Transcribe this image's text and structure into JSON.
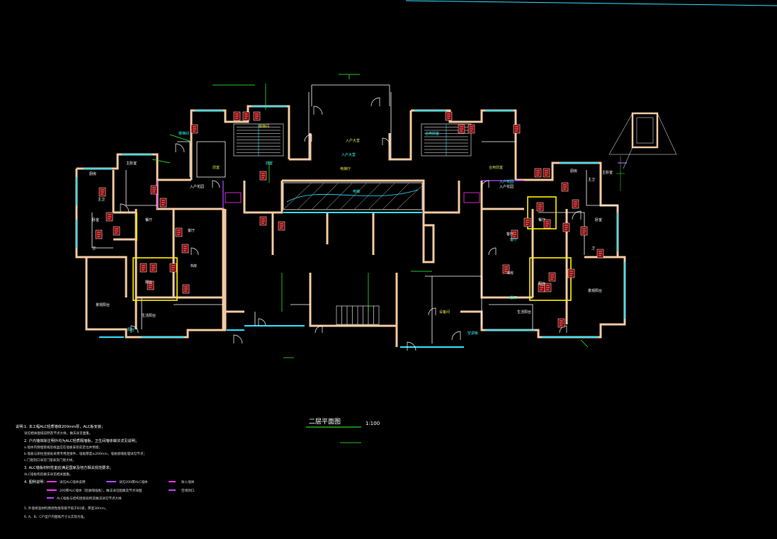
{
  "drawing": {
    "title": "二层平面图",
    "scale": "1:100"
  },
  "colors": {
    "background": "#000000",
    "wall": "#f2c9a0",
    "glazing": "#33e0ff",
    "door": "#ffffff",
    "dimension": "#33ff33",
    "annotation": "#e8e84a",
    "tag": "#cc0000",
    "insulation": "#ffee00",
    "magenta": "#ff33ff",
    "purple": "#b04dff"
  },
  "rooms": {
    "left_unit": [
      "厨房",
      "主卧室",
      "卧室",
      "客厅",
      "餐厅",
      "书房",
      "阳台",
      "卫",
      "入户花园",
      "主卫",
      "生活阳台",
      "景观阳台"
    ],
    "right_unit": [
      "厨房",
      "主卧室",
      "卧室",
      "客厅",
      "餐厅",
      "书房",
      "阳台",
      "卫",
      "入户花园",
      "主卫",
      "生活阳台",
      "景观阳台"
    ],
    "core": [
      "入户大堂",
      "前室",
      "电梯厅",
      "楼梯间",
      "合用前室",
      "设备间"
    ]
  },
  "annotations": [
    "入户大堂",
    "楼梯间",
    "合用前室",
    "前室",
    "电梯",
    "阳台",
    "空调板",
    "入户花园",
    "客厅",
    "餐厅"
  ],
  "notes": {
    "heading": "说明：",
    "lines": [
      "1. 本工程ALC轻质墙体200mm厚，ALC板安装；",
      "    详见相关图纸说明及节点大样，做法详见图集。",
      "2. 户内墙体除注明外均为ALC轻质隔墙板，卫生间墙体做法详见说明；",
      "    a.墙体内预埋管线及线盒应在墙板安装前定位并预留；",
      "    b.墙板与梁柱连接处采用专用连接件，墙板厚度≥200mm，墙板接缝处理详见节点；",
      "    c.门窗洞口详见门窗表及门窗大样。",
      "3. ALC墙板材料性能应满足国家及地方相关规范要求；",
      "    ALC墙板构造做法详见相关图集。",
      "4. 图例说明："
    ],
    "legend": [
      "详见ALC墙体说明",
      "详见200厚ALC墙体",
      "200厚ALC墙体（轻质隔墙板），做法详见图集及节点详图",
      "防火墙体",
      "ALC墙板与结构连接处构造做法详见节点大样",
      "空调洞口"
    ],
    "tail": [
      "5. 外墙保温材料燃烧性能等级不低于B1级，厚度30mm。",
      "6. A、B、C户型户内图纸尺寸以实际为准。"
    ]
  }
}
